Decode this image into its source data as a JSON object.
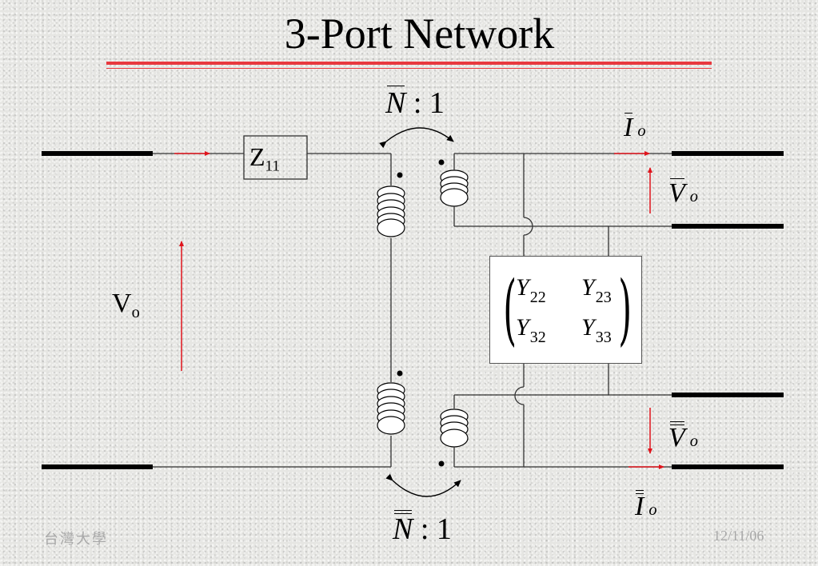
{
  "slide": {
    "title": "3-Port Network",
    "footer_left": "台灣大學",
    "footer_right": "12/11/06"
  },
  "colors": {
    "accent_rule": "#e8393f",
    "arrow": "#e0141c",
    "wire": "#333333",
    "terminal": "#000000",
    "footer_text": "#a8a8a8"
  },
  "diagram": {
    "impedance": {
      "symbol": "Z",
      "subscript": "11"
    },
    "input_voltage": {
      "symbol": "V",
      "subscript": "o"
    },
    "upper_transformer": {
      "ratio_symbol": "N",
      "overline": "single",
      "separator": ":",
      "ratio_right": "1"
    },
    "lower_transformer": {
      "ratio_symbol": "N",
      "overline": "double",
      "separator": ":",
      "ratio_right": "1"
    },
    "upper_current": {
      "symbol": "I",
      "subscript": "o",
      "overline": "single"
    },
    "upper_voltage": {
      "symbol": "V",
      "subscript": "o",
      "overline": "single"
    },
    "lower_voltage": {
      "symbol": "V",
      "subscript": "o",
      "overline": "double"
    },
    "lower_current": {
      "symbol": "I",
      "subscript": "o",
      "overline": "double"
    },
    "admittance_matrix": {
      "symbol": "Y",
      "cells": [
        [
          "22",
          "23"
        ],
        [
          "32",
          "33"
        ]
      ]
    }
  }
}
